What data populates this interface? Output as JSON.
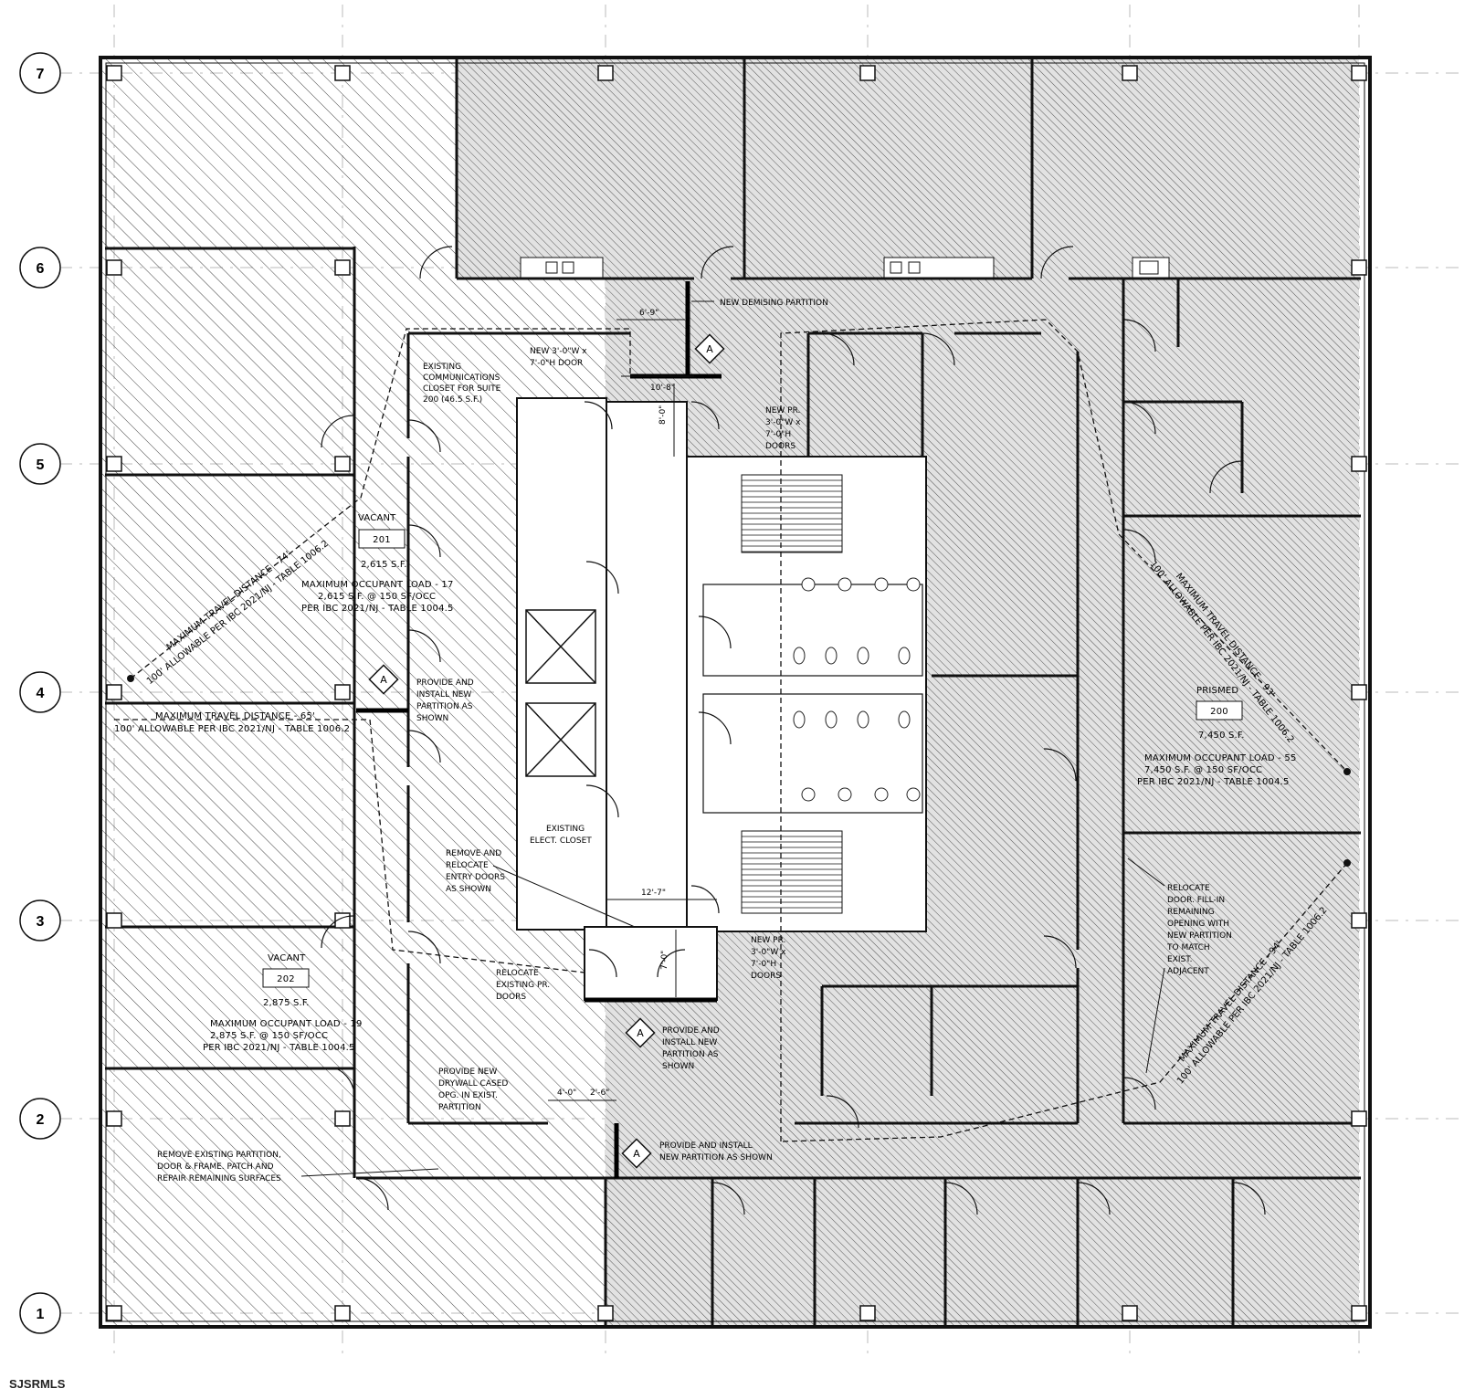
{
  "grid_rows": [
    "7",
    "6",
    "5",
    "4",
    "3",
    "2",
    "1"
  ],
  "suites": {
    "suite_201": {
      "status": "VACANT",
      "number": "201",
      "area": "2,615 S.F.",
      "occ_line1": "MAXIMUM OCCUPANT LOAD - 17",
      "occ_line2": "2,615 S.F. @ 150 SF/OCC",
      "occ_line3": "PER IBC 2021/NJ - TABLE 1004.5",
      "travel_line1": "MAXIMUM TRAVEL DISTANCE - 74'",
      "travel_line2": "100' ALLOWABLE PER IBC 2021/NJ - TABLE 1006.2"
    },
    "suite_202": {
      "status": "VACANT",
      "number": "202",
      "area": "2,875 S.F.",
      "occ_line1": "MAXIMUM OCCUPANT LOAD - 19",
      "occ_line2": "2,875 S.F. @ 150 SF/OCC",
      "occ_line3": "PER IBC 2021/NJ - TABLE 1004.5",
      "travel_line1": "MAXIMUM TRAVEL DISTANCE - 65'",
      "travel_line2": "100' ALLOWABLE PER IBC 2021/NJ - TABLE 1006.2"
    },
    "suite_200": {
      "status": "PRISMED",
      "number": "200",
      "area": "7,450 S.F.",
      "occ_line1": "MAXIMUM OCCUPANT LOAD - 55",
      "occ_line2": "7,450 S.F. @ 150 SF/OCC",
      "occ_line3": "PER IBC 2021/NJ - TABLE 1004.5",
      "travel_a_line1": "MAXIMUM TRAVEL DISTANCE - 93'",
      "travel_a_line2": "100' ALLOWABLE PER IBC 2021/NJ - TABLE 1006.2",
      "travel_b_line1": "MAXIMUM TRAVEL DISTANCE - 94'",
      "travel_b_line2": "100' ALLOWABLE PER IBC 2021/NJ - TABLE 1006.2"
    }
  },
  "notes": {
    "demising": "NEW DEMISING PARTITION",
    "new_door_1": "NEW 3'-0\"W x",
    "new_door_2": "7'-0\"H DOOR",
    "comm_1": "EXISTING",
    "comm_2": "COMMUNICATIONS",
    "comm_3": "CLOSET FOR SUITE",
    "comm_4": "200 (46.5 S.F.)",
    "pr_top_1": "NEW PR.",
    "pr_top_2": "3'-0\"W x",
    "pr_top_3": "7'-0\"H",
    "pr_top_4": "DOORS",
    "provide_1": "PROVIDE AND",
    "provide_2": "INSTALL NEW",
    "provide_3": "PARTITION AS",
    "provide_4": "SHOWN",
    "elec_1": "EXISTING",
    "elec_2": "ELECT. CLOSET",
    "remove_reloc_1": "REMOVE AND",
    "remove_reloc_2": "RELOCATE",
    "remove_reloc_3": "ENTRY DOORS",
    "remove_reloc_4": "AS SHOWN",
    "reloc_pr_1": "RELOCATE",
    "reloc_pr_2": "EXISTING PR.",
    "reloc_pr_3": "DOORS",
    "pr_bot_1": "NEW PR.",
    "pr_bot_2": "3'-0\"W x",
    "pr_bot_3": "7'-0\"H",
    "pr_bot_4": "DOORS",
    "provide_b_1": "PROVIDE AND",
    "provide_b_2": "INSTALL NEW",
    "provide_b_3": "PARTITION AS",
    "provide_b_4": "SHOWN",
    "drywall_1": "PROVIDE NEW",
    "drywall_2": "DRYWALL CASED",
    "drywall_3": "OPG. IN EXIST.",
    "drywall_4": "PARTITION",
    "provide_c_1": "PROVIDE AND INSTALL",
    "provide_c_2": "NEW PARTITION AS SHOWN",
    "remove_1": "REMOVE EXISTING PARTITION,",
    "remove_2": "DOOR & FRAME. PATCH AND",
    "remove_3": "REPAIR REMAINING SURFACES",
    "reloc_door_1": "RELOCATE",
    "reloc_door_2": "DOOR. FILL-IN",
    "reloc_door_3": "REMAINING",
    "reloc_door_4": "OPENING WITH",
    "reloc_door_5": "NEW PARTITION",
    "reloc_door_6": "TO MATCH",
    "reloc_door_7": "EXIST.",
    "reloc_door_8": "ADJACENT"
  },
  "dimensions": {
    "d1": "6'-9\"",
    "d2": "10'-8\"",
    "d3": "8'-0\"",
    "d4": "12'-7\"",
    "d5": "7'-0\"",
    "d6": "4'-0\"",
    "d7": "2'-6\""
  },
  "keynote_tag": "A",
  "watermark": "SJSRMLS"
}
